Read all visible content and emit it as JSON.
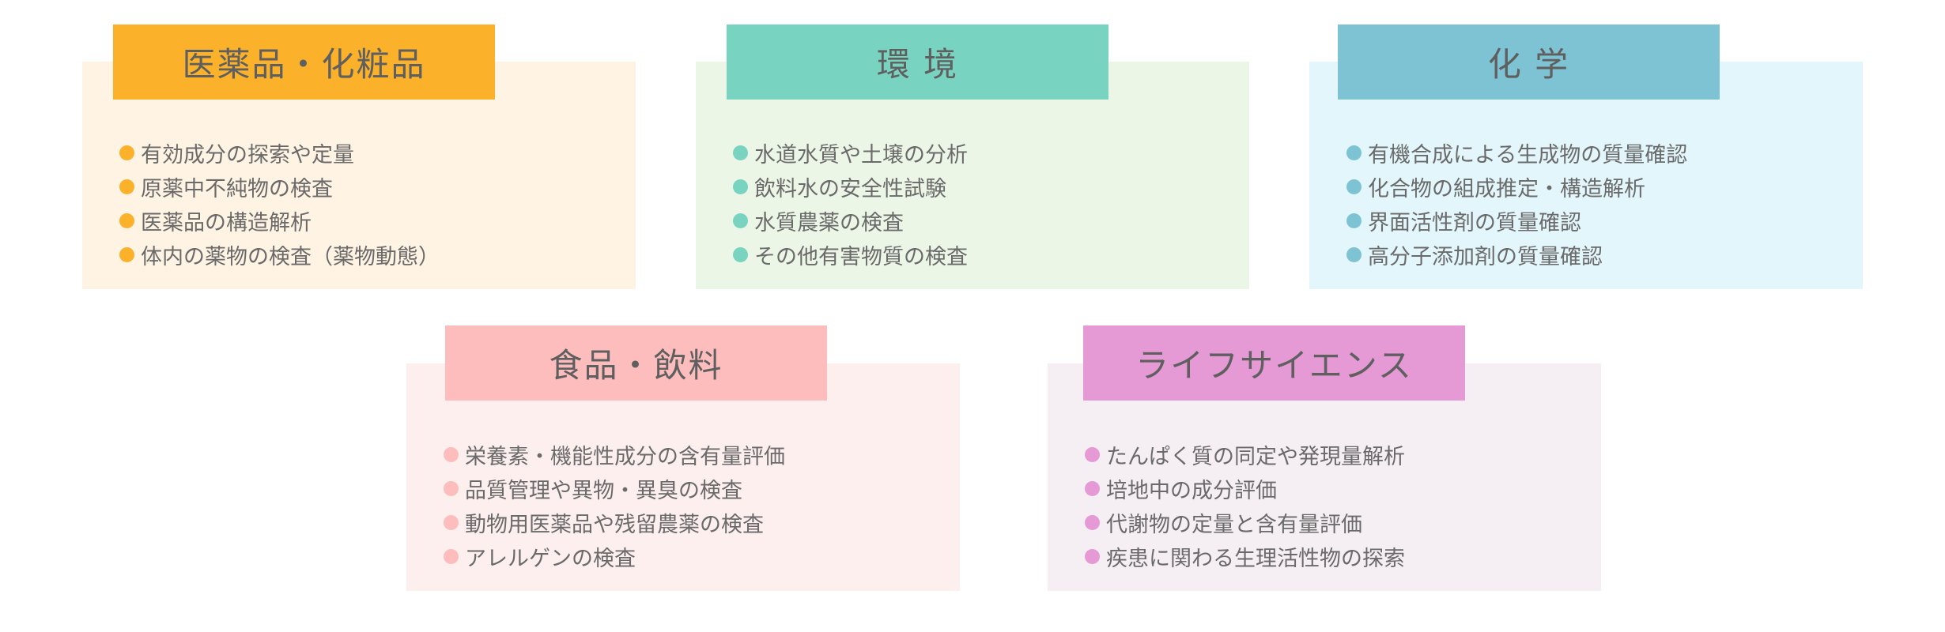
{
  "categories": [
    {
      "title": "医薬品・化粧品",
      "accent": "#fbb12a",
      "bg": "#fff3e3",
      "items": [
        "有効成分の探索や定量",
        "原薬中不純物の検査",
        "医薬品の構造解析",
        "体内の薬物の検査（薬物動態）"
      ]
    },
    {
      "title": "環 境",
      "accent": "#79d3c1",
      "bg": "#ecf6e7",
      "items": [
        "水道水質や土壌の分析",
        "飲料水の安全性試験",
        "水質農薬の検査",
        "その他有害物質の検査"
      ]
    },
    {
      "title": "化 学",
      "accent": "#7ec3d3",
      "bg": "#e2f6fb",
      "items": [
        "有機合成による生成物の質量確認",
        "化合物の組成推定・構造解析",
        "界面活性剤の質量確認",
        "高分子添加剤の質量確認"
      ]
    },
    {
      "title": "食品・飲料",
      "accent": "#fdbdbd",
      "bg": "#fdefee",
      "items": [
        "栄養素・機能性成分の含有量評価",
        "品質管理や異物・異臭の検査",
        "動物用医薬品や残留農薬の検査",
        "アレルゲンの検査"
      ]
    },
    {
      "title": "ライフサイエンス",
      "accent": "#e59ad5",
      "bg": "#f5eff3",
      "items": [
        "たんぱく質の同定や発現量解析",
        "培地中の成分評価",
        "代謝物の定量と含有量評価",
        "疾患に関わる生理活性物の探索"
      ]
    }
  ]
}
